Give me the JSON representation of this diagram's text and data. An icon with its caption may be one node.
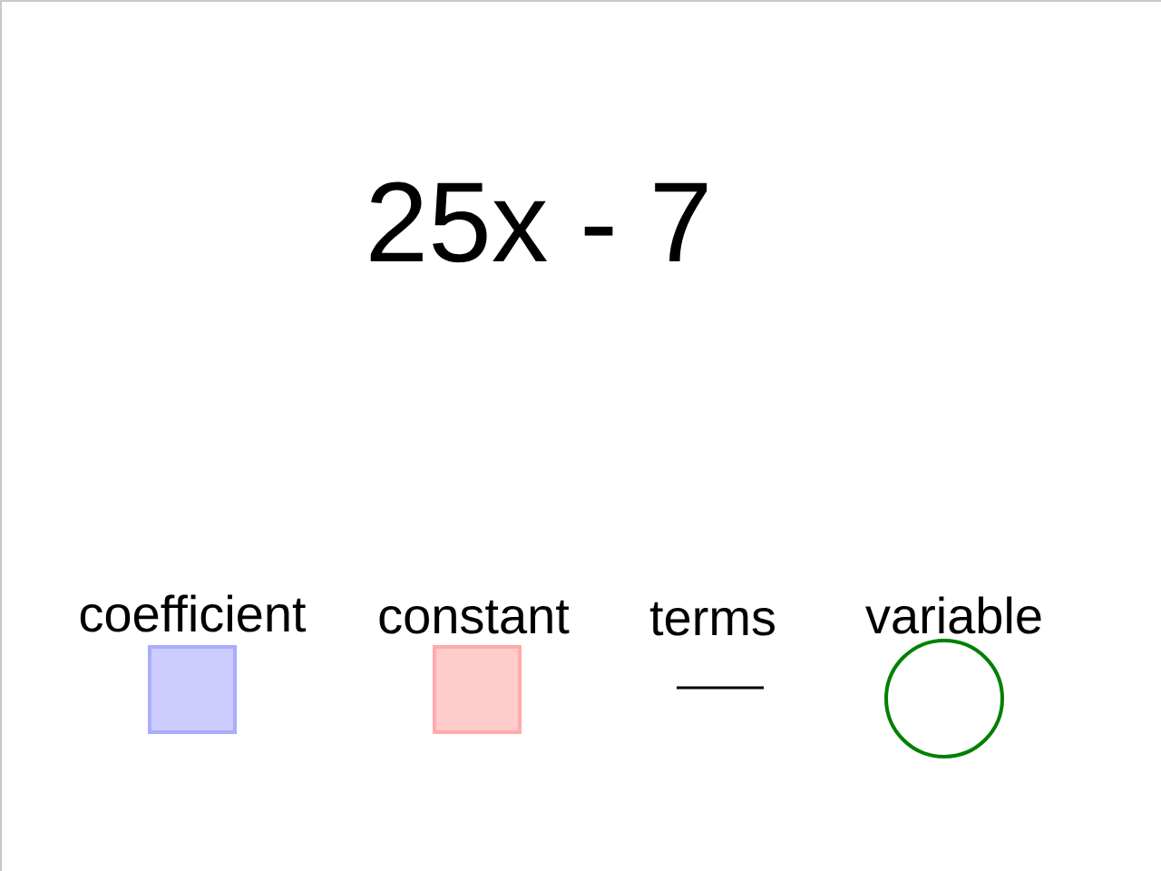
{
  "diagram": {
    "title": "25x - 7",
    "legend": [
      {
        "text": "coefficient",
        "color": "#ccccff"
      },
      {
        "text": "constant",
        "color": "#ffcccc"
      },
      {
        "text": "terms"
      },
      {
        "text": "variable"
      }
    ]
  }
}
